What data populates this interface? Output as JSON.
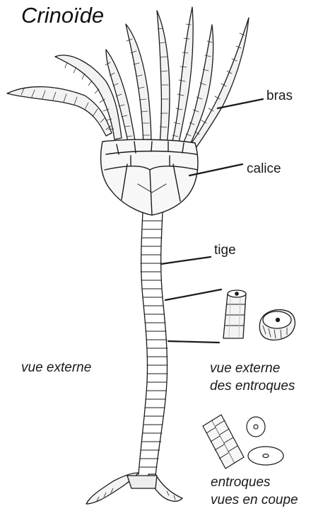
{
  "title": "Crinoïde",
  "labels": {
    "bras": "bras",
    "calice": "calice",
    "tige": "tige",
    "vue_externe": "vue externe",
    "vue_externe_entroques": [
      "vue externe",
      "des entroques"
    ],
    "entroques_coupe": [
      "entroques",
      "vues en coupe"
    ]
  },
  "colors": {
    "ink": "#1a1a1a",
    "stipple": "#cfcfcf"
  }
}
